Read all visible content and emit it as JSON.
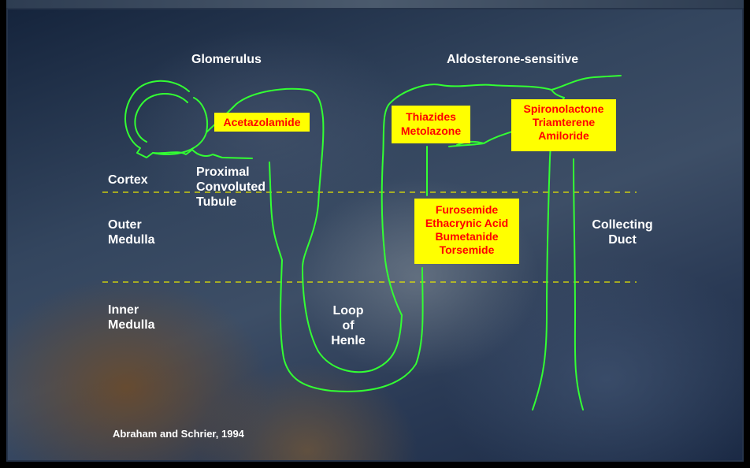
{
  "regions": {
    "cortex": "Cortex",
    "outer_medulla": "Outer\nMedulla",
    "inner_medulla": "Inner\nMedulla"
  },
  "segments": {
    "glomerulus": "Glomerulus",
    "aldosterone": "Aldosterone-sensitive",
    "proximal": "Proximal\nConvoluted\nTubule",
    "loop": "Loop\nof\nHenle",
    "collecting": "Collecting\nDuct"
  },
  "drugs": {
    "acetazolamide": "Acetazolamide",
    "thiazides": "Thiazides\nMetolazone",
    "potassium_sparing": "Spironolactone\nTriamterene\nAmiloride",
    "loop_diuretics": "Furosemide\nEthacrynic Acid\nBumetanide\nTorsemide"
  },
  "reference": "Abraham and Schrier, 1994",
  "colors": {
    "tubule": "#33ff33",
    "boundary": "#e6e600",
    "drug_box": "#ffff00",
    "drug_text": "#ff0000"
  }
}
